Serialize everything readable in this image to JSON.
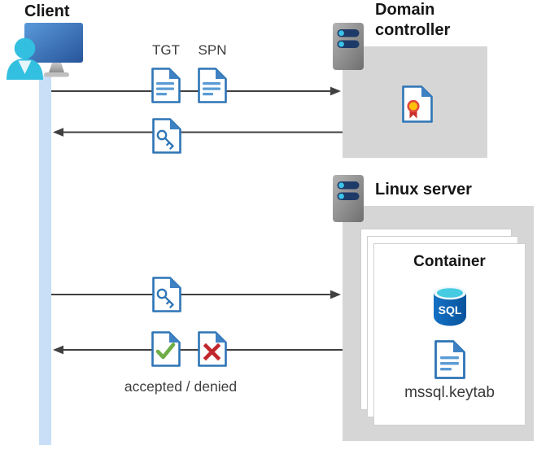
{
  "nodes": {
    "client": {
      "label": "Client"
    },
    "domain_controller": {
      "label": "Domain controller"
    },
    "linux_server": {
      "label": "Linux server"
    },
    "container": {
      "label": "Container",
      "file": "mssql.keytab",
      "sql_badge": "SQL"
    }
  },
  "flows": {
    "tgt": "TGT",
    "spn": "SPN",
    "result": "accepted / denied",
    "arrows": [
      {
        "from": "client",
        "to": "domain-controller",
        "direction": "right",
        "carries": "TGT + SPN documents"
      },
      {
        "from": "domain-controller",
        "to": "client",
        "direction": "left",
        "carries": "key ticket document"
      },
      {
        "from": "client",
        "to": "linux-server",
        "direction": "right",
        "carries": "key ticket document"
      },
      {
        "from": "linux-server",
        "to": "client",
        "direction": "left",
        "carries": "accepted / denied documents"
      }
    ]
  },
  "icons": {
    "client-icon": "monitor with person",
    "server-icon": "rack server with two drive bays",
    "document-icon": "page with folded corner and text lines",
    "key-document-icon": "page with key glyph",
    "certificate-icon": "page with rosette seal",
    "check-document-icon": "page with green checkmark",
    "x-document-icon": "page with red cross",
    "sql-database-icon": "blue database cylinder labeled SQL"
  },
  "colors": {
    "doc_border_blue": "#2e75b6",
    "doc_fold_blue": "#3e82c4",
    "doc_line_blue": "#5b9bd5",
    "lifeline_blue": "#c8dff7",
    "box_gray": "#d6d6d6",
    "arrow_gray": "#404040",
    "check_green": "#6fad47",
    "cross_red": "#c0272d",
    "sql_body_blue": "#0d62b4",
    "sql_top_cyan": "#46cbe2",
    "rosette_yellow": "#ffc107",
    "rosette_red": "#c9302b",
    "server_pill_navy": "#1e3a68",
    "server_dot_cyan": "#3cc3e8"
  }
}
